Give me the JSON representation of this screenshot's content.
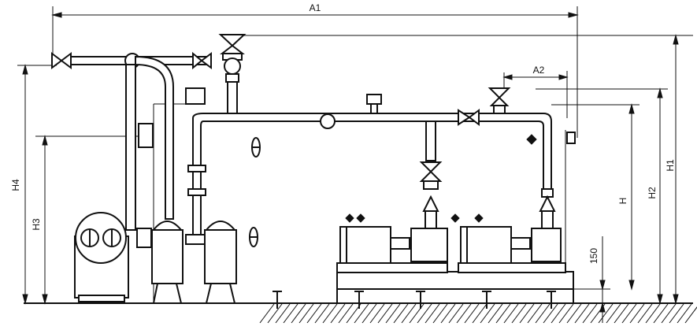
{
  "dimensions": {
    "a1": "A1",
    "a2": "A2",
    "h": "H",
    "h1": "H1",
    "h2": "H2",
    "h3": "H3",
    "h4": "H4",
    "base_height": "150"
  }
}
